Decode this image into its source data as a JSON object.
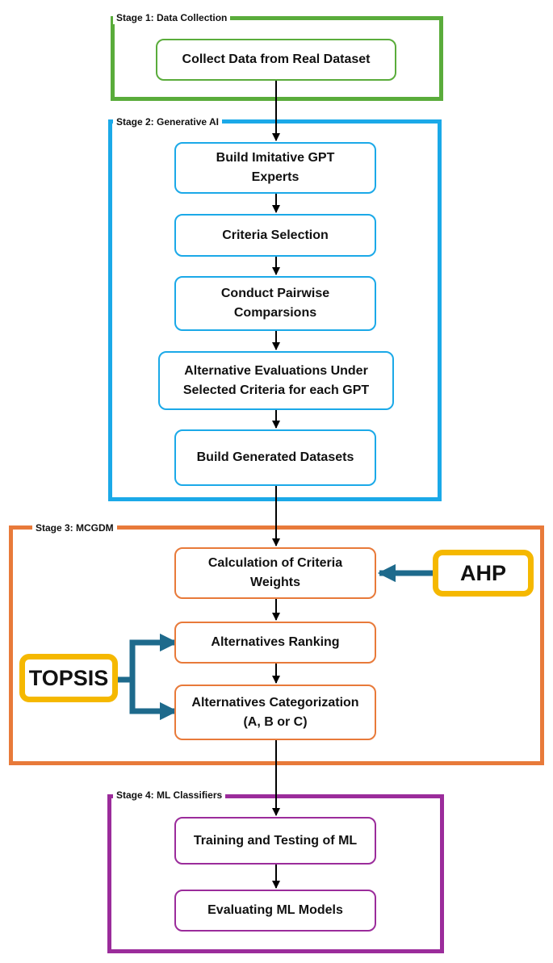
{
  "colors": {
    "stage1": "#5aac3b",
    "stage2": "#1ba9e8",
    "stage3": "#e87a3a",
    "stage4": "#9b2c9b",
    "method_border": "#f5b800",
    "method_arrow": "#1e6a8c",
    "flow_arrow": "#000000"
  },
  "stages": {
    "s1": {
      "label": "Stage 1: Data Collection"
    },
    "s2": {
      "label": "Stage 2: Generative AI"
    },
    "s3": {
      "label": "Stage 3: MCGDM"
    },
    "s4": {
      "label": "Stage 4: ML Classifiers"
    }
  },
  "nodes": {
    "collect": "Collect Data from Real Dataset",
    "build_gpt": "Build Imitative GPT Experts",
    "criteria": "Criteria Selection",
    "pairwise": "Conduct Pairwise Comparsions",
    "alt_eval": "Alternative Evaluations Under Selected Criteria for each GPT",
    "build_gen": "Build Generated Datasets",
    "weights": "Calculation of Criteria Weights",
    "ranking": "Alternatives Ranking",
    "categorization": "Alternatives Categorization (A, B or C)",
    "training": "Training and Testing of ML",
    "evaluating": "Evaluating ML Models"
  },
  "methods": {
    "ahp": "AHP",
    "topsis": "TOPSIS"
  },
  "edges": [
    {
      "from": "collect",
      "to": "build_gpt"
    },
    {
      "from": "build_gpt",
      "to": "criteria"
    },
    {
      "from": "criteria",
      "to": "pairwise"
    },
    {
      "from": "pairwise",
      "to": "alt_eval"
    },
    {
      "from": "alt_eval",
      "to": "build_gen"
    },
    {
      "from": "build_gen",
      "to": "weights"
    },
    {
      "from": "weights",
      "to": "ranking"
    },
    {
      "from": "ranking",
      "to": "categorization"
    },
    {
      "from": "categorization",
      "to": "training"
    },
    {
      "from": "training",
      "to": "evaluating"
    },
    {
      "from": "ahp",
      "to": "weights"
    },
    {
      "from": "topsis",
      "to": "ranking"
    },
    {
      "from": "topsis",
      "to": "categorization"
    }
  ]
}
